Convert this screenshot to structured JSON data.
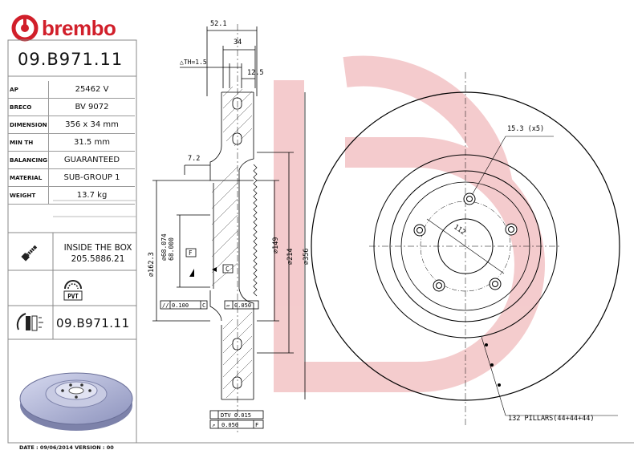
{
  "brand": {
    "name": "brembo",
    "color": "#d11f2a"
  },
  "part_number": "09.B971.11",
  "specs": [
    {
      "key": "AP",
      "value": "25462 V"
    },
    {
      "key": "BRECO",
      "value": "BV 9072"
    },
    {
      "key": "DIMENSION",
      "value": "356 x 34 mm"
    },
    {
      "key": "MIN TH",
      "value": "31.5 mm"
    },
    {
      "key": "BALANCING",
      "value": "GUARANTEED"
    },
    {
      "key": "MATERIAL",
      "value": "SUB-GROUP 1"
    },
    {
      "key": "WEIGHT",
      "value": "13.7 kg"
    }
  ],
  "inside_box": {
    "line1": "INSIDE THE BOX",
    "line2": "205.5886.21"
  },
  "pvt_label": "PVT",
  "part_number_bottom": "09.B971.11",
  "footer": "DATE : 09/06/2014 VERSION : 00",
  "section_dims": {
    "d52": "52.1",
    "d34": "34",
    "th": "△TH=1.5",
    "d12": "12.5",
    "d7": "7.2",
    "dia162": "⌀162.3",
    "dia68a": "⌀68.074",
    "dia68b": "68.000",
    "dia149": "⌀149",
    "dia214": "⌀214",
    "dia356": "⌀356",
    "datum_f": "F",
    "datum_c": "C",
    "tol_par": "0.100",
    "tol_par_ref": "C",
    "tol_flat": "0.050",
    "dtv": "DTV 0.015",
    "runout": "0.050",
    "runout_ref": "F"
  },
  "front_dims": {
    "holes": "15.3 (x5)",
    "pcd": "112",
    "pillars": "132 PILLARS(44+44+44)"
  }
}
